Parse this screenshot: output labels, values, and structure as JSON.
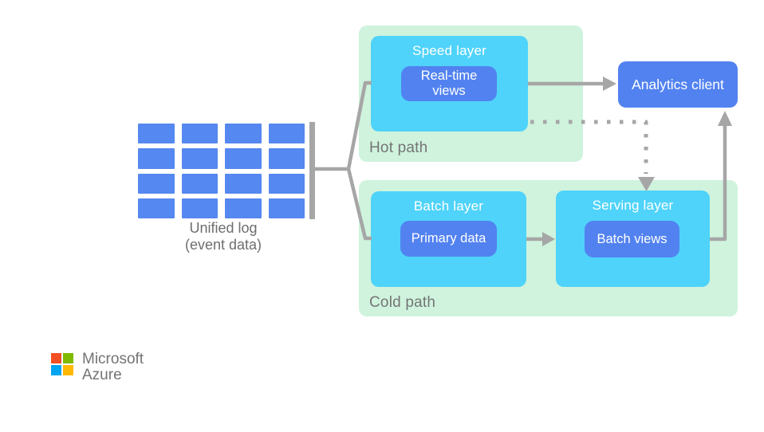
{
  "diagram": {
    "unified_log": {
      "caption_line1": "Unified log",
      "caption_line2": "(event data)",
      "grid": {
        "rows": 4,
        "cols": 4
      }
    },
    "hot_path": {
      "label": "Hot path",
      "speed_layer": {
        "title": "Speed layer",
        "inner_line1": "Real-time",
        "inner_line2": "views"
      }
    },
    "cold_path": {
      "label": "Cold path",
      "batch_layer": {
        "title": "Batch layer",
        "inner": "Primary data"
      },
      "serving_layer": {
        "title": "Serving layer",
        "inner": "Batch views"
      }
    },
    "analytics_client": {
      "label": "Analytics client"
    }
  },
  "branding": {
    "company": "Microsoft",
    "product": "Azure"
  },
  "colors": {
    "box_blue": "#5282F0",
    "grid_blue": "#5588F0",
    "cyan": "#4FD3FA",
    "container_green": "#CFF3DD",
    "line_gray": "#A6A6A6",
    "label_gray": "#757575",
    "logo_gray": "#737373",
    "ms_red": "#F25022",
    "ms_green": "#7FBA00",
    "ms_blue": "#00A4EF",
    "ms_yellow": "#FFB900"
  }
}
